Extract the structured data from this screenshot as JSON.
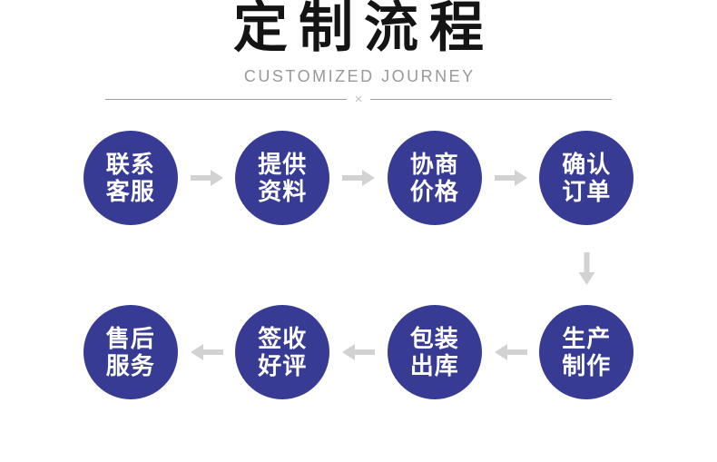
{
  "header": {
    "title": "定制流程",
    "subtitle": "CUSTOMIZED JOURNEY",
    "divider_symbol": "×"
  },
  "colors": {
    "circle": "#373b94",
    "circle_text": "#ffffff",
    "arrow": "#d2d2d2",
    "title": "#141414",
    "subtitle": "#999999",
    "divider_line": "#9e9e9e",
    "divider_symbol": "#c2c2c2"
  },
  "flow": {
    "row1": {
      "steps": [
        {
          "line1": "联系",
          "line2": "客服"
        },
        {
          "line1": "提供",
          "line2": "资料"
        },
        {
          "line1": "协商",
          "line2": "价格"
        },
        {
          "line1": "确认",
          "line2": "订单"
        }
      ]
    },
    "row2": {
      "steps": [
        {
          "line1": "售后",
          "line2": "服务"
        },
        {
          "line1": "签收",
          "line2": "好评"
        },
        {
          "line1": "包装",
          "line2": "出库"
        },
        {
          "line1": "生产",
          "line2": "制作"
        }
      ]
    }
  }
}
